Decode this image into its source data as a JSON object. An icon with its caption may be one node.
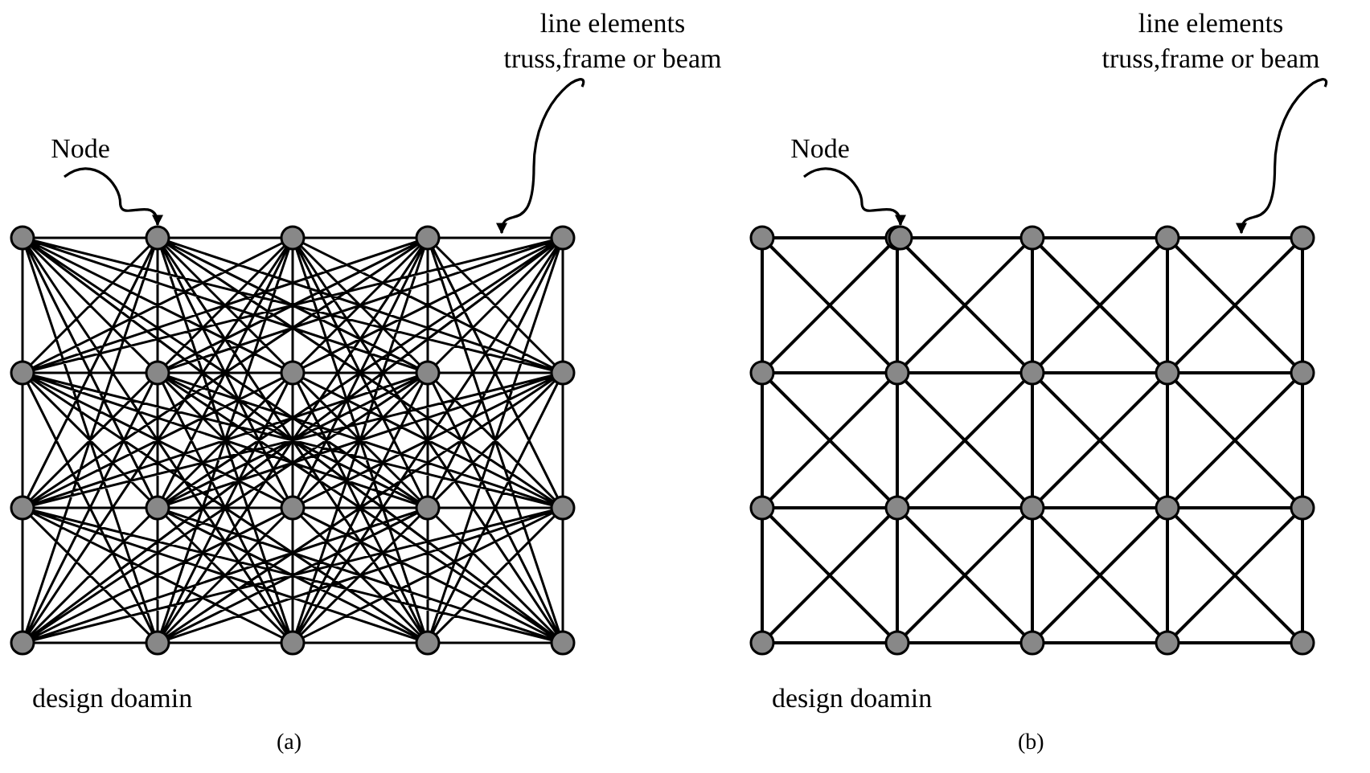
{
  "diagram": {
    "nodes": [
      {
        "text": [
          "Node"
        ]
      },
      {
        "text": [],
        "shape": "circle"
      },
      {
        "text": [
          "line elements truss,frame or beam"
        ]
      },
      {
        "text": [
          "Node"
        ]
      },
      {
        "text": [],
        "shape": "circle"
      },
      {
        "text": [
          "line elements truss,frame or beam"
        ]
      }
    ],
    "edges": [
      {
        "from": 0,
        "to": 1,
        "arrow": "to"
      },
      {
        "from": 2,
        "to": null,
        "arrow": "to"
      },
      {
        "from": 3,
        "to": 4,
        "arrow": "to"
      },
      {
        "from": 5,
        "to": null,
        "arrow": "to"
      }
    ],
    "labels": [
      "design doamin",
      "design doamin",
      "(a)",
      "(b)"
    ]
  }
}
